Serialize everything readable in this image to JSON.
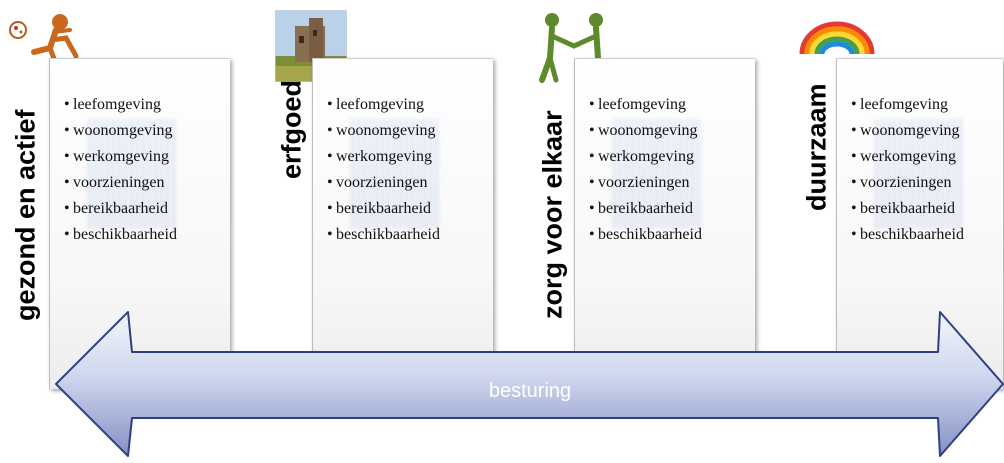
{
  "themes": [
    {
      "label": "gezond  en actief",
      "icon": "football-player-icon"
    },
    {
      "label": "erfgoed",
      "icon": "castle-photo-icon"
    },
    {
      "label": "zorg voor elkaar",
      "icon": "handshake-figures-icon"
    },
    {
      "label": "duurzaam",
      "icon": "rainbow-icon"
    }
  ],
  "items": [
    "leefomgeving",
    "woonomgeving",
    "werkomgeving",
    "voorzieningen",
    "bereikbaarheid",
    "beschikbaarheid"
  ],
  "arrow": {
    "label": "besturing"
  },
  "colors": {
    "arrow_light": "#eef1fa",
    "arrow_dark": "#8b97c8",
    "arrow_outline": "#2f3f86",
    "panel_shadow": "#9a9a9a"
  }
}
